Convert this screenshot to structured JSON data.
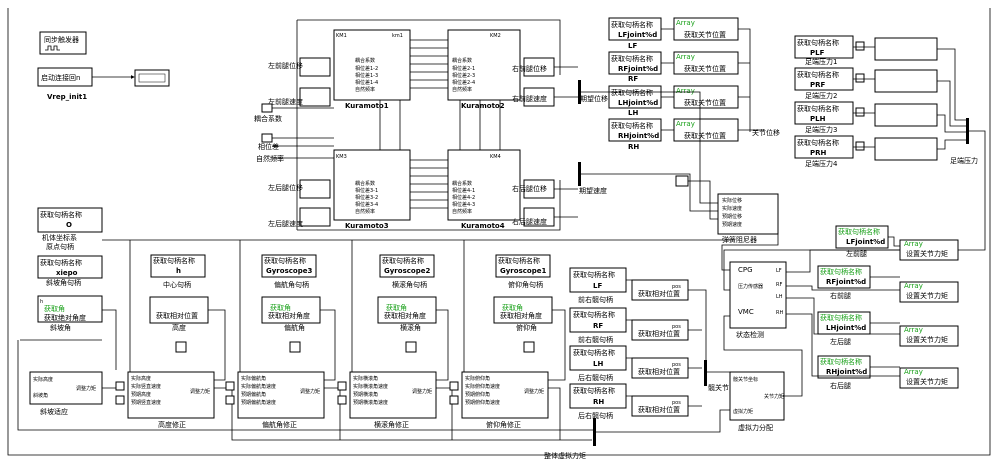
{
  "blocks": {
    "sync_trigger": "同步触发器",
    "start_connection": "启动连接回n",
    "vrep_init": "Vrep_init1"
  },
  "kuramoto": {
    "names": [
      "Kuramoto1",
      "Kuramoto2",
      "Kuramoto3",
      "Kuramoto4"
    ],
    "k1_in": "KM1",
    "k1_out": "km1"
  },
  "legs": {
    "lf_pos": "左前腿位移",
    "lf_vel": "左前腿速度",
    "rf_pos": "右前腿位移",
    "rf_vel": "右前腿速度",
    "lh_pos": "左后腿位移",
    "lh_vel": "左后腿速度",
    "rh_pos": "右后腿位移",
    "rh_vel": "右后腿速度"
  },
  "labels": {
    "coupling_coeff": "耦合系数",
    "phase_diff": "相位差",
    "natural_freq": "自然频率",
    "expected_pos": "期望位移",
    "expected_vel": "期望速度",
    "joint_pos": "关节位移",
    "foot_pressure": "足端压力",
    "total_torque": "整体虚拟力矩",
    "hip": "髋关节"
  },
  "joints": {
    "get_handle": "获取句柄名称",
    "names": [
      "LFjoint%d",
      "RFjoint%d",
      "LHjoint%d",
      "RHjoint%d"
    ],
    "short": [
      "LF",
      "RF",
      "LH",
      "RH"
    ],
    "array": "Array",
    "set_pos": "获取关节位置"
  },
  "feet": {
    "names": [
      "PLF",
      "PRF",
      "PLH",
      "PRH"
    ],
    "labels": [
      "足端压力1",
      "足端压力2",
      "足端压力3",
      "足端压力4"
    ]
  },
  "spring": {
    "actual_pos": "实际位移",
    "actual_vel": "实际速度",
    "exp_pos": "预期位移",
    "exp_vel": "预期速度",
    "title": "弹簧阻尼器"
  },
  "body": {
    "origin_name": "O",
    "origin_label1": "机体坐标系",
    "origin_label2": "原点句柄",
    "slope_name": "xiepo",
    "slope_handle": "斜坡角句柄",
    "get_slope": "获取角",
    "slope_angle": "获取绝对角度",
    "slope_caption": "斜坡角"
  },
  "sensors": {
    "h": "h",
    "center_handle": "中心句柄",
    "gyro3": "Gyroscope3",
    "yaw_handle": "偏航角句柄",
    "gyro2": "Gyroscope2",
    "roll_handle": "横滚角句柄",
    "gyro1": "Gyroscope1",
    "pitch_handle": "俯仰角句柄",
    "get_rel_pos": "获取相对位置",
    "get_rel_angle": "获取相对角度",
    "get_yaw": "获取角",
    "get_roll": "获取角",
    "get_pitch": "获取角",
    "height": "高度",
    "yaw": "偏航角",
    "roll": "横滚角",
    "pitch": "俯仰角"
  },
  "correction": {
    "actual_height": "实际高度",
    "slope_angle": "斜坡角",
    "adjust_torque": "调整力矩",
    "slope_adapt": "斜坡适应",
    "h": [
      "实际高度",
      "实际竖直速度",
      "预期高度",
      "预期竖直速度"
    ],
    "y": [
      "实际偏航角",
      "实际偏航角速度",
      "预期偏航角",
      "预期偏航角速度"
    ],
    "r": [
      "实际横滚角",
      "实际横滚角速度",
      "预期横滚角",
      "预期横滚角速度"
    ],
    "p": [
      "实际俯仰角",
      "实际俯仰角速度",
      "预期俯仰角",
      "预期俯仰角速度"
    ],
    "height_fix": "高度修正",
    "yaw_fix": "偏航角修正",
    "roll_fix": "横滚角修正",
    "pitch_fix": "俯仰角修正"
  },
  "hips": {
    "short": [
      "LF",
      "RF",
      "LH",
      "RH"
    ],
    "labels": [
      "前右髋句柄",
      "前右髋句柄",
      "后右髋句柄",
      "后右髋句柄"
    ]
  },
  "vforce": {
    "hip_coord": "髋关节坐标",
    "torque": "关节力矩",
    "virtual": "虚拟力矩",
    "title": "虚拟力分配"
  },
  "state": {
    "cpg": "CPG",
    "pressure": "压力传感器",
    "vmc": "VMC",
    "title": "状态检测"
  },
  "torque": {
    "get_handle": "获取句柄名称",
    "names": [
      "LFjoint%d",
      "RFjoint%d",
      "LHjoint%d",
      "RHjoint%d"
    ],
    "labels": [
      "左前腿",
      "右前腿",
      "左后腿",
      "右后腿"
    ],
    "set": "设置关节力矩"
  }
}
